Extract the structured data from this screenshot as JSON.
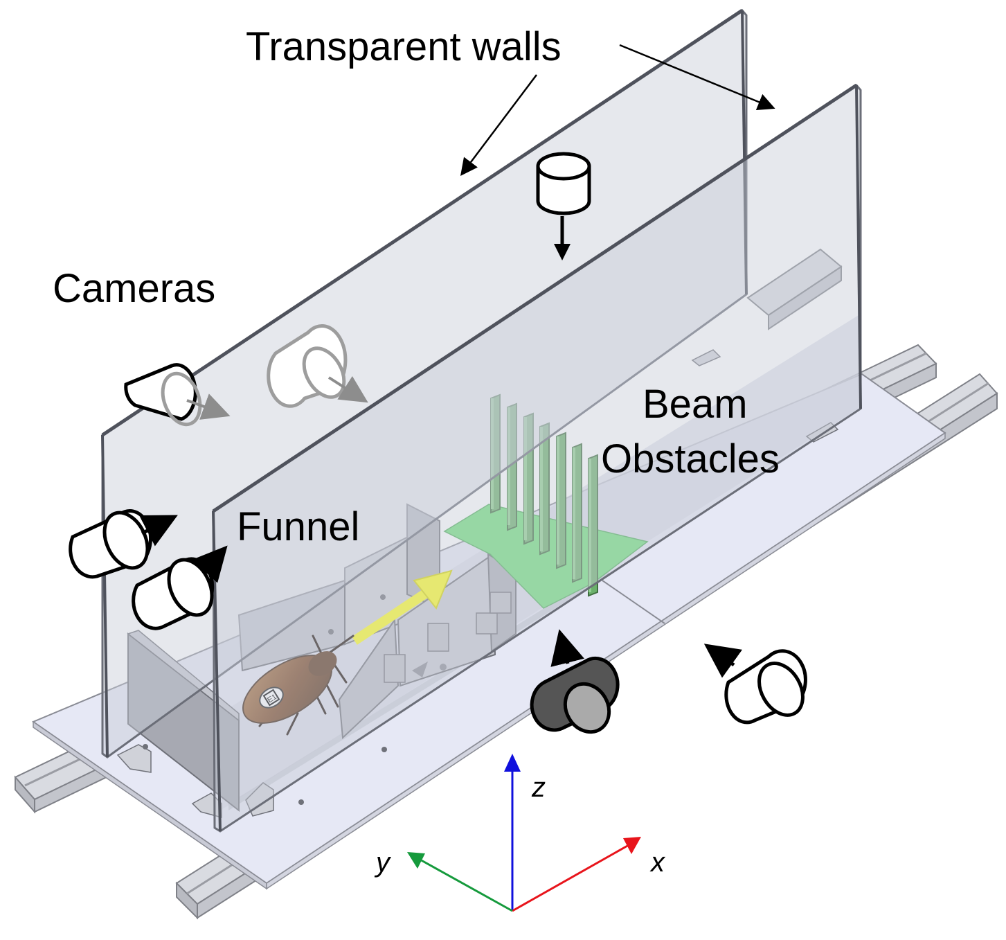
{
  "labels": {
    "transparent_walls": "Transparent walls",
    "cameras": "Cameras",
    "funnel": "Funnel",
    "beam": "Beam",
    "obstacles": "Obstacles"
  },
  "axes": {
    "x": "x",
    "y": "y",
    "z": "z"
  },
  "tag_text": "E1",
  "colors": {
    "x_axis": "#e8141b",
    "y_axis": "#159a3c",
    "z_axis": "#1010dd",
    "beam_obstacles": "#6bb06b",
    "beam_floor": "#6fe07a",
    "direction_arrow": "#ffff1e",
    "wall": "#c8cbd6",
    "base_plate": "#e6e8f5",
    "rail": "#d4d6dc",
    "camera_dark": "#555555",
    "camera_light": "#ffffff"
  },
  "icons": [
    "camera-icon",
    "cockroach-icon",
    "arrow-icon"
  ]
}
